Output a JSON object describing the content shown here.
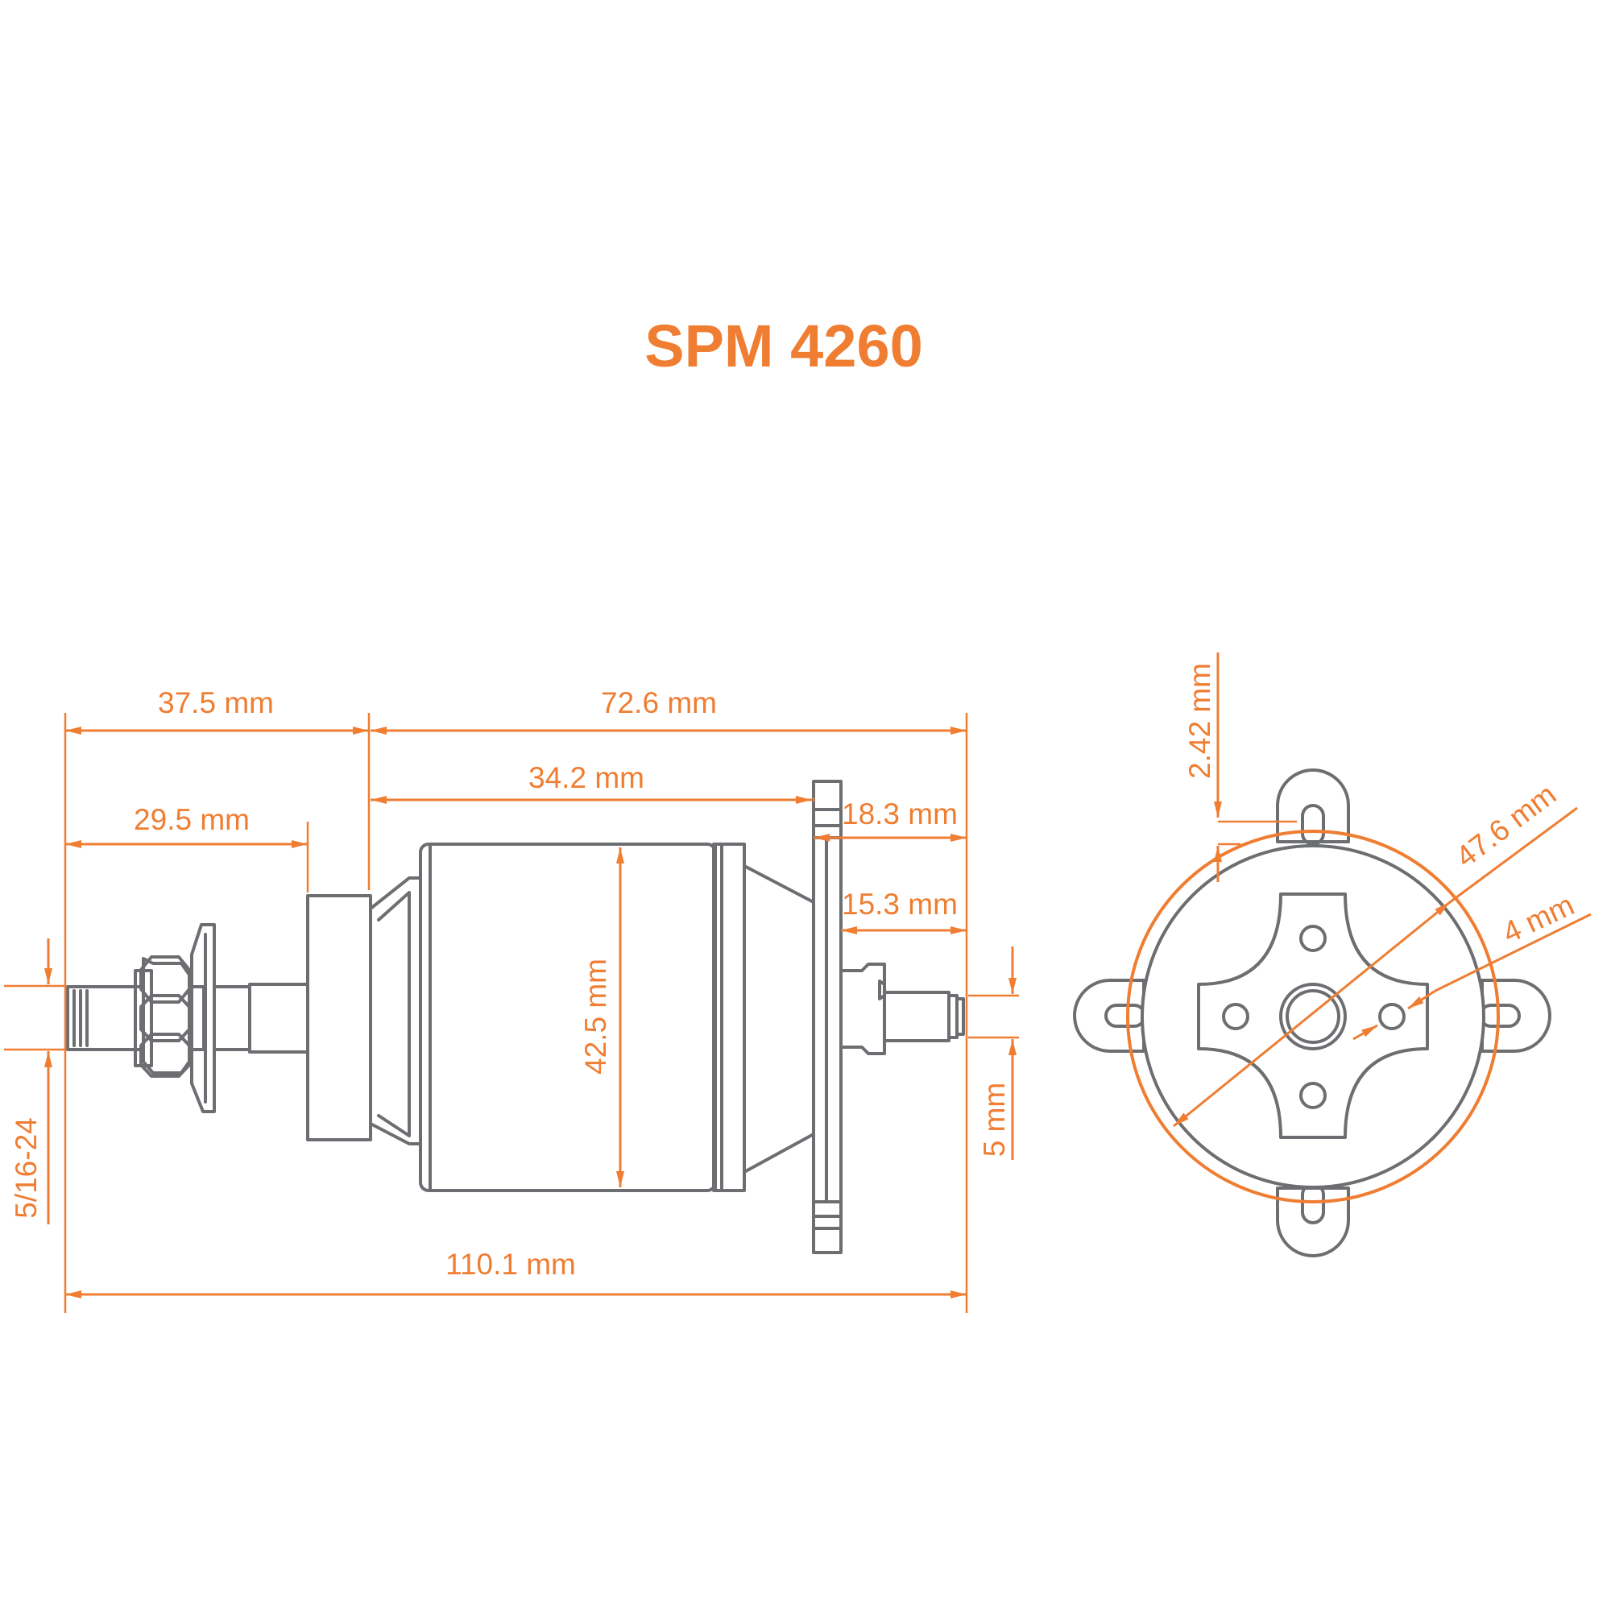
{
  "title": "SPM 4260",
  "colors": {
    "accent": "#EF7D32",
    "line": "#6d6e71",
    "background": "#ffffff"
  },
  "side_view": {
    "dims": {
      "overall_total": "110.1 mm",
      "overall_body": "72.6 mm",
      "shaft_to_collar": "37.5 mm",
      "shaft_to_adapter": "29.5 mm",
      "collar_to_mount": "34.2 mm",
      "mount_to_rear": "18.3 mm",
      "flange_to_rear": "15.3 mm",
      "can_diameter": "42.5 mm",
      "thread": "5/16-24",
      "rear_shaft": "5 mm"
    }
  },
  "end_view": {
    "dims": {
      "tab_offset": "2.42 mm",
      "diameter": "47.6 mm",
      "hole": "4 mm"
    }
  }
}
